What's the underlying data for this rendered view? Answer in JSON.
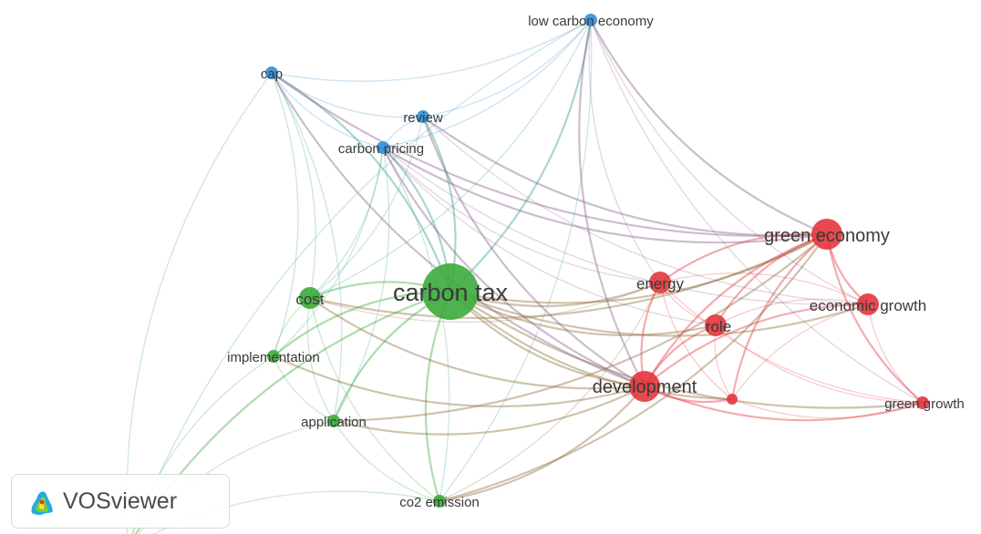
{
  "app": {
    "logo_text": "VOSviewer"
  },
  "colors": {
    "cluster_1": "#e3363d",
    "cluster_2": "#3cab3c",
    "cluster_3": "#2f8fd8"
  },
  "nodes": [
    {
      "id": "low-carbon-economy",
      "label": "low carbon economy",
      "cluster": 3,
      "size": "small"
    },
    {
      "id": "cap",
      "label": "cap",
      "cluster": 3,
      "size": "small"
    },
    {
      "id": "review",
      "label": "review",
      "cluster": 3,
      "size": "small"
    },
    {
      "id": "carbon-pricing",
      "label": "carbon pricing",
      "cluster": 3,
      "size": "small"
    },
    {
      "id": "green-economy",
      "label": "green economy",
      "cluster": 1,
      "size": "large"
    },
    {
      "id": "carbon-tax",
      "label": "carbon tax",
      "cluster": 2,
      "size": "largest"
    },
    {
      "id": "cost",
      "label": "cost",
      "cluster": 2,
      "size": "medium"
    },
    {
      "id": "energy",
      "label": "energy",
      "cluster": 1,
      "size": "medium"
    },
    {
      "id": "economic-growth",
      "label": "economic growth",
      "cluster": 1,
      "size": "medium"
    },
    {
      "id": "role",
      "label": "role",
      "cluster": 1,
      "size": "medium"
    },
    {
      "id": "implementation",
      "label": "implementation",
      "cluster": 2,
      "size": "small"
    },
    {
      "id": "development",
      "label": "development",
      "cluster": 1,
      "size": "large"
    },
    {
      "id": "unlabeled-red",
      "label": "",
      "cluster": 1,
      "size": "tiny"
    },
    {
      "id": "green-growth",
      "label": "green growth",
      "cluster": 1,
      "size": "small"
    },
    {
      "id": "application",
      "label": "application",
      "cluster": 2,
      "size": "small"
    },
    {
      "id": "co2-emission",
      "label": "co2 emission",
      "cluster": 2,
      "size": "small"
    },
    {
      "id": "offscreen-green",
      "label": "",
      "cluster": 2,
      "size": "tiny"
    }
  ],
  "links": [
    [
      "carbon-tax",
      "green-economy"
    ],
    [
      "carbon-tax",
      "energy"
    ],
    [
      "carbon-tax",
      "development"
    ],
    [
      "carbon-tax",
      "economic-growth"
    ],
    [
      "carbon-tax",
      "role"
    ],
    [
      "carbon-tax",
      "cost"
    ],
    [
      "carbon-tax",
      "implementation"
    ],
    [
      "carbon-tax",
      "application"
    ],
    [
      "carbon-tax",
      "co2-emission"
    ],
    [
      "carbon-tax",
      "carbon-pricing"
    ],
    [
      "carbon-tax",
      "review"
    ],
    [
      "carbon-tax",
      "cap"
    ],
    [
      "carbon-tax",
      "low-carbon-economy"
    ],
    [
      "carbon-tax",
      "green-growth"
    ],
    [
      "carbon-tax",
      "unlabeled-red"
    ],
    [
      "carbon-tax",
      "offscreen-green"
    ],
    [
      "cost",
      "carbon-pricing"
    ],
    [
      "cost",
      "cap"
    ],
    [
      "cost",
      "review"
    ],
    [
      "cost",
      "implementation"
    ],
    [
      "cost",
      "application"
    ],
    [
      "cost",
      "development"
    ],
    [
      "cost",
      "energy"
    ],
    [
      "cost",
      "co2-emission"
    ],
    [
      "cost",
      "green-economy"
    ],
    [
      "cost",
      "low-carbon-economy"
    ],
    [
      "implementation",
      "application"
    ],
    [
      "implementation",
      "cap"
    ],
    [
      "implementation",
      "carbon-pricing"
    ],
    [
      "implementation",
      "development"
    ],
    [
      "implementation",
      "offscreen-green"
    ],
    [
      "application",
      "co2-emission"
    ],
    [
      "application",
      "development"
    ],
    [
      "application",
      "carbon-pricing"
    ],
    [
      "application",
      "green-economy"
    ],
    [
      "application",
      "offscreen-green"
    ],
    [
      "application",
      "cap"
    ],
    [
      "co2-emission",
      "development"
    ],
    [
      "co2-emission",
      "green-economy"
    ],
    [
      "co2-emission",
      "carbon-pricing"
    ],
    [
      "co2-emission",
      "energy"
    ],
    [
      "co2-emission",
      "offscreen-green"
    ],
    [
      "co2-emission",
      "low-carbon-economy"
    ],
    [
      "cap",
      "carbon-pricing"
    ],
    [
      "cap",
      "review"
    ],
    [
      "cap",
      "low-carbon-economy"
    ],
    [
      "cap",
      "green-economy"
    ],
    [
      "cap",
      "development"
    ],
    [
      "cap",
      "offscreen-green"
    ],
    [
      "review",
      "carbon-pricing"
    ],
    [
      "review",
      "low-carbon-economy"
    ],
    [
      "review",
      "green-economy"
    ],
    [
      "review",
      "economic-growth"
    ],
    [
      "review",
      "development"
    ],
    [
      "carbon-pricing",
      "low-carbon-economy"
    ],
    [
      "carbon-pricing",
      "green-economy"
    ],
    [
      "carbon-pricing",
      "development"
    ],
    [
      "carbon-pricing",
      "energy"
    ],
    [
      "carbon-pricing",
      "economic-growth"
    ],
    [
      "carbon-pricing",
      "role"
    ],
    [
      "low-carbon-economy",
      "green-economy"
    ],
    [
      "low-carbon-economy",
      "economic-growth"
    ],
    [
      "low-carbon-economy",
      "development"
    ],
    [
      "low-carbon-economy",
      "energy"
    ],
    [
      "low-carbon-economy",
      "green-growth"
    ],
    [
      "low-carbon-economy",
      "offscreen-green"
    ],
    [
      "green-economy",
      "economic-growth"
    ],
    [
      "green-economy",
      "energy"
    ],
    [
      "green-economy",
      "role"
    ],
    [
      "green-economy",
      "development"
    ],
    [
      "green-economy",
      "green-growth"
    ],
    [
      "green-economy",
      "unlabeled-red"
    ],
    [
      "economic-growth",
      "energy"
    ],
    [
      "economic-growth",
      "role"
    ],
    [
      "economic-growth",
      "development"
    ],
    [
      "economic-growth",
      "green-growth"
    ],
    [
      "economic-growth",
      "unlabeled-red"
    ],
    [
      "energy",
      "role"
    ],
    [
      "energy",
      "development"
    ],
    [
      "energy",
      "unlabeled-red"
    ],
    [
      "energy",
      "green-growth"
    ],
    [
      "role",
      "development"
    ],
    [
      "role",
      "unlabeled-red"
    ],
    [
      "role",
      "green-growth"
    ],
    [
      "development",
      "unlabeled-red"
    ],
    [
      "development",
      "green-growth"
    ],
    [
      "unlabeled-red",
      "green-growth"
    ]
  ]
}
